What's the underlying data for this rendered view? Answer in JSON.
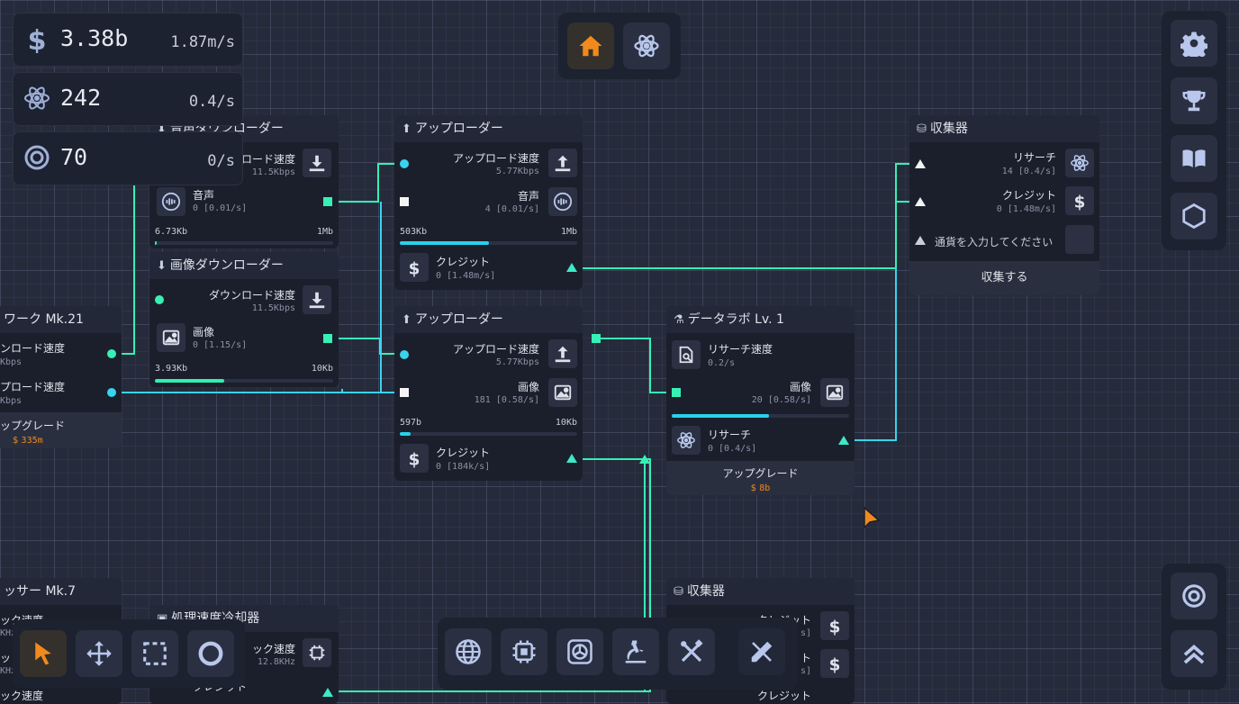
{
  "stats": {
    "money": {
      "value": "3.38b",
      "rate": "1.87m/s"
    },
    "research": {
      "value": "242",
      "rate": "0.4/s"
    },
    "tokens": {
      "value": "70",
      "rate": "0/s"
    }
  },
  "nodes": {
    "audio_downloader": {
      "title": "音声ダウンローダー",
      "speed_label": "ロード速度",
      "speed_value": "11.5Kbps",
      "audio_label": "音声",
      "audio_value": "0 [0.01/s]",
      "storage_used": "6.73Kb",
      "storage_max": "1Mb",
      "storage_fraction": 0.01
    },
    "image_downloader": {
      "title": "画像ダウンローダー",
      "speed_label": "ダウンロード速度",
      "speed_value": "11.5Kbps",
      "image_label": "画像",
      "image_value": "0 [1.15/s]",
      "storage_used": "3.93Kb",
      "storage_max": "10Kb",
      "storage_fraction": 0.39
    },
    "network": {
      "title": "ワーク Mk.21",
      "down_label": "ンロード速度",
      "down_value": "Kbps",
      "up_label": "プロード速度",
      "up_value": "Kbps",
      "upgrade_label": "ップグレード",
      "upgrade_price": "335m"
    },
    "uploader1": {
      "title": "アップローダー",
      "speed_label": "アップロード速度",
      "speed_value": "5.77Kbps",
      "audio_label": "音声",
      "audio_value": "4 [0.01/s]",
      "storage_used": "503Kb",
      "storage_max": "1Mb",
      "storage_fraction": 0.5,
      "credit_label": "クレジット",
      "credit_value": "0 [1.48m/s]"
    },
    "uploader2": {
      "title": "アップローダー",
      "speed_label": "アップロード速度",
      "speed_value": "5.77Kbps",
      "image_label": "画像",
      "image_value": "181 [0.58/s]",
      "storage_used": "597b",
      "storage_max": "10Kb",
      "storage_fraction": 0.06,
      "credit_label": "クレジット",
      "credit_value": "0 [184k/s]"
    },
    "datalab": {
      "title": "データラボ Lv. 1",
      "rspeed_label": "リサーチ速度",
      "rspeed_value": "0.2/s",
      "image_label": "画像",
      "image_value": "20 [0.58/s]",
      "progress_fraction": 0.55,
      "research_label": "リサーチ",
      "research_value": "0 [0.4/s]",
      "upgrade_label": "アップグレード",
      "upgrade_price": "8b"
    },
    "collector1": {
      "title": "収集器",
      "research_label": "リサーチ",
      "research_value": "14 [0.4/s]",
      "credit_label": "クレジット",
      "credit_value": "0 [1.48m/s]",
      "currency_placeholder": "通貨を入力してください",
      "collect_label": "収集する"
    },
    "collector2": {
      "title": "収集器",
      "row1_label": "クレジット",
      "row1_value": "s]",
      "row2_label": "ト",
      "row2_value": "s]",
      "row3_label": "クレジット"
    },
    "processor": {
      "title": "ッサー Mk.7",
      "r1": "ック速度",
      "r1v": "KHz",
      "r2": "ット",
      "r2v": "KHz",
      "r3": "ック速度"
    },
    "cooler": {
      "title": "処理速度冷却器",
      "clock_label": "ック速度",
      "clock_value": "12.8KHz",
      "credit_label": "クレジット"
    }
  },
  "toolbar_top": [
    "home-icon",
    "atom-icon"
  ],
  "toolbar_right": [
    "gear-icon",
    "trophy-icon",
    "book-icon",
    "hexagon-icon"
  ],
  "toolbar_right_bottom": [
    "target-icon",
    "chevrons-up-icon"
  ],
  "toolbar_left": [
    "pointer-icon",
    "move-icon",
    "select-icon",
    "circle-icon"
  ],
  "toolbar_bottom": [
    "globe-icon",
    "cpu-icon",
    "fan-icon",
    "microscope-icon",
    "tools-icon",
    "pen-ruler-icon"
  ],
  "colors": {
    "accent_orange": "#f08a1c",
    "wire_cyan": "#38d4ee",
    "wire_green": "#36f0b4",
    "background": "#262b3c"
  }
}
